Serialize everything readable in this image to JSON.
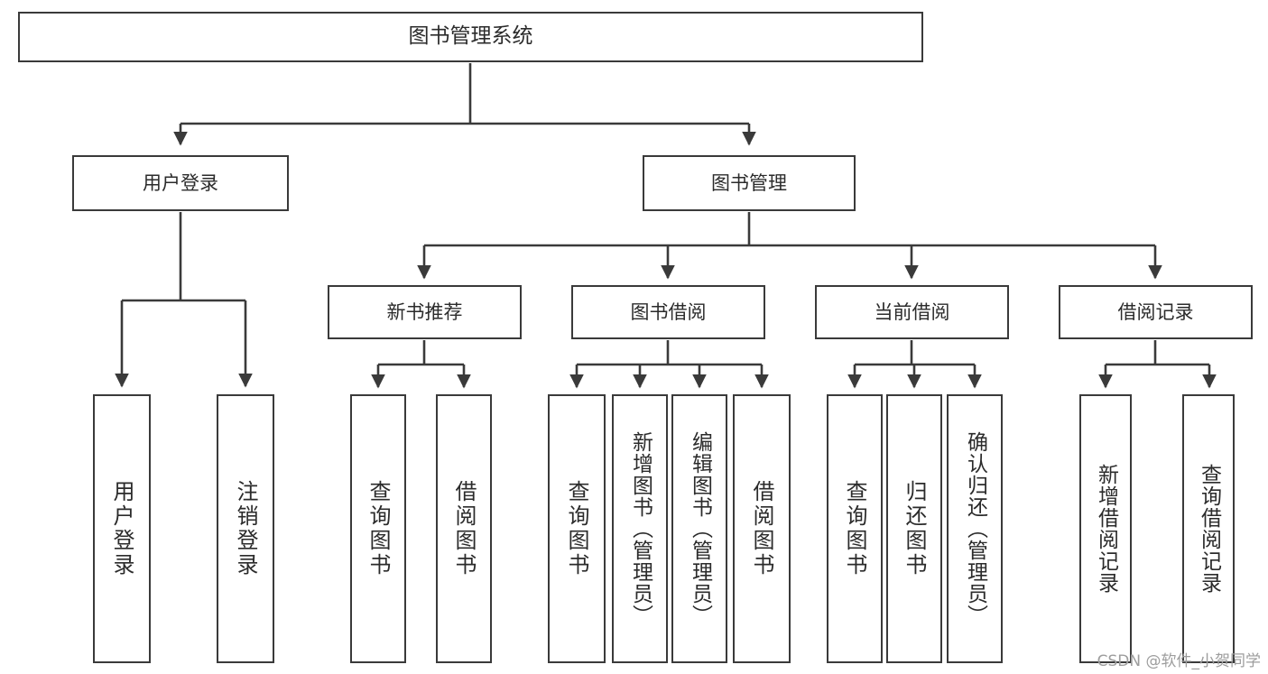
{
  "diagram": {
    "type": "tree",
    "title": "图书管理系统",
    "orientation": "top-down",
    "colors": {
      "background": "#ffffff",
      "node_border": "#3a3a3a",
      "node_fill": "#ffffff",
      "text": "#2b2b2b",
      "edge": "#3a3a3a",
      "watermark": "#9d9d9d"
    }
  },
  "root": {
    "label": "图书管理系统"
  },
  "branches": [
    {
      "label": "用户登录"
    },
    {
      "label": "图书管理"
    }
  ],
  "groups": [
    {
      "label": "新书推荐"
    },
    {
      "label": "图书借阅"
    },
    {
      "label": "当前借阅"
    },
    {
      "label": "借阅记录"
    }
  ],
  "leaves": {
    "user_login": [
      {
        "label": "用户登录"
      },
      {
        "label": "注销登录"
      }
    ],
    "new_book": [
      {
        "label": "查询图书"
      },
      {
        "label": "借阅图书"
      }
    ],
    "borrow": [
      {
        "label": "查询图书"
      },
      {
        "label": "新增图书（管理员）"
      },
      {
        "label": "编辑图书（管理员）"
      },
      {
        "label": "借阅图书"
      }
    ],
    "current": [
      {
        "label": "查询图书"
      },
      {
        "label": "归还图书"
      },
      {
        "label": "确认归还（管理员）"
      }
    ],
    "records": [
      {
        "label": "新增借阅记录"
      },
      {
        "label": "查询借阅记录"
      }
    ]
  },
  "watermark": {
    "text": "CSDN @软件_小贺同学"
  }
}
